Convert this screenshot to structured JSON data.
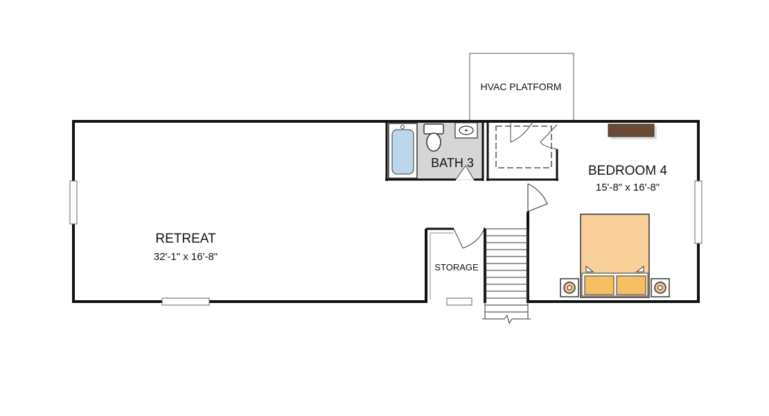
{
  "rooms": {
    "hvac": {
      "name": "HVAC PLATFORM"
    },
    "retreat": {
      "name": "RETREAT",
      "dims": "32'-1\" x 16'-8\""
    },
    "bath": {
      "name": "BATH 3"
    },
    "bedroom": {
      "name": "BEDROOM 4",
      "dims": "15'-8\" x 16'-8\""
    },
    "storage": {
      "name": "STORAGE"
    }
  },
  "colors": {
    "wall": "#111111",
    "bath_floor": "#d6d6d6",
    "tub": "#bcd7ec",
    "bed": "#f9cf9a",
    "pillow": "#f6bf63",
    "nightstand": "#e8c08a",
    "furniture_outline": "#333333",
    "dresser": "#6b4a33"
  },
  "icons": {
    "bathtub": "bathtub-icon",
    "toilet": "toilet-icon",
    "sink": "sink-icon",
    "bed": "bed-icon",
    "stairs": "stairs-icon",
    "dresser": "dresser-icon"
  }
}
